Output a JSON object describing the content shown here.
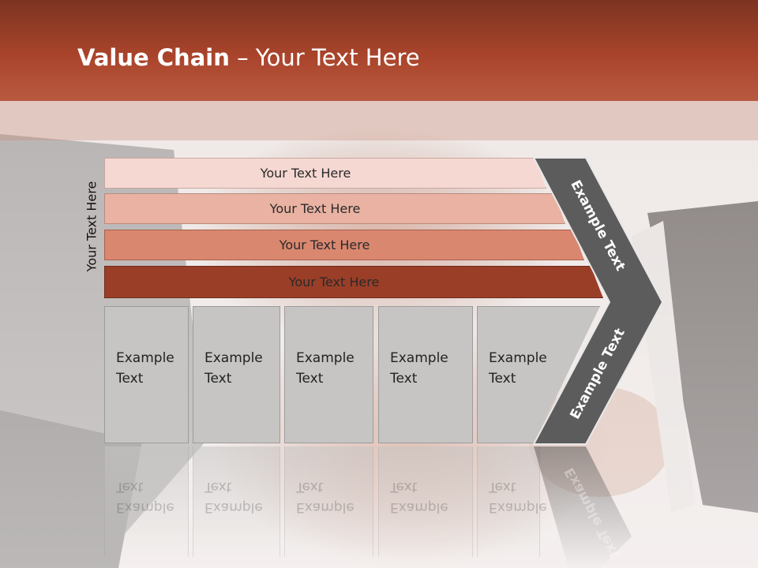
{
  "slide": {
    "title_bold": "Value Chain",
    "title_rest": " – Your Text Here",
    "side_label": "Your Text Here"
  },
  "bars": [
    {
      "label": "Your Text Here",
      "color": "#f6d8d2"
    },
    {
      "label": "Your Text Here",
      "color": "#e9b2a2"
    },
    {
      "label": "Your Text Here",
      "color": "#d9876f"
    },
    {
      "label": "Your Text Here",
      "color": "#9b3e27"
    }
  ],
  "boxes": [
    {
      "text": "Example Text"
    },
    {
      "text": "Example Text"
    },
    {
      "text": "Example Text"
    },
    {
      "text": "Example Text"
    },
    {
      "text": "Example Text"
    }
  ],
  "chevron": {
    "top_label": "Example Text",
    "bottom_label": "Example Text",
    "color": "#5c5c5c"
  },
  "colors": {
    "header": "#a9442b"
  }
}
